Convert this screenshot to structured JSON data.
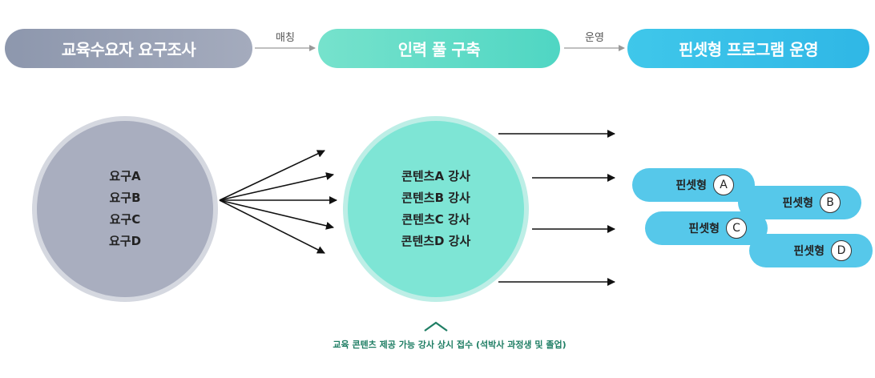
{
  "stages": [
    {
      "label": "교육수요자 요구조사"
    },
    {
      "label": "인력 풀 구축"
    },
    {
      "label": "핀셋형 프로그램 운영"
    }
  ],
  "connectors": {
    "match_label": "매칭",
    "operate_label": "운영"
  },
  "demand_circle": {
    "items": [
      "요구A",
      "요구B",
      "요구C",
      "요구D"
    ]
  },
  "content_circle": {
    "items": [
      "콘텐츠A 강사",
      "콘텐츠B 강사",
      "콘텐츠C 강사",
      "콘텐츠D 강사"
    ]
  },
  "programs": [
    {
      "label": "핀셋형",
      "badge": "A"
    },
    {
      "label": "핀셋형",
      "badge": "B"
    },
    {
      "label": "핀셋형",
      "badge": "C"
    },
    {
      "label": "핀셋형",
      "badge": "D"
    }
  ],
  "note": {
    "text": "교육 콘텐츠 제공 가능 강사 상시 접수 (석박사 과정생 및 졸업)"
  },
  "colors": {
    "stage1": "#98a0b4",
    "stage2": "#5fdcc6",
    "stage3": "#36bde8",
    "note": "#1f7e64"
  }
}
